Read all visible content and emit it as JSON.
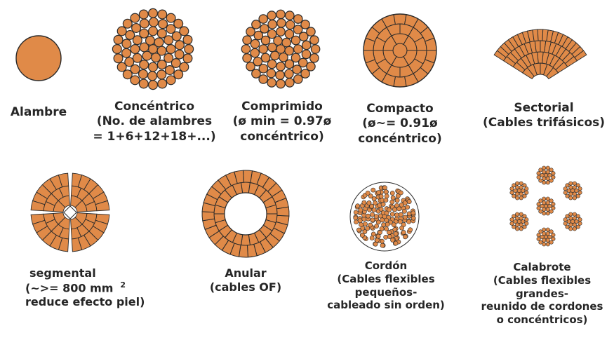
{
  "colors": {
    "copper": "#e08a48",
    "outline": "#2a2a2a",
    "text": "#262626"
  },
  "items": [
    {
      "id": "alambre",
      "lines": [
        "Alambre"
      ]
    },
    {
      "id": "concentrico",
      "lines": [
        "Concéntrico",
        "(No. de alambres",
        "= 1+6+12+18+...)"
      ]
    },
    {
      "id": "comprimido",
      "lines": [
        "Comprimido",
        "(ø min = 0.97ø",
        "concéntrico)"
      ]
    },
    {
      "id": "compacto",
      "lines": [
        "Compacto",
        "(ø~= 0.91ø",
        "concéntrico)"
      ]
    },
    {
      "id": "sectorial",
      "lines": [
        "Sectorial",
        "(Cables trifásicos)"
      ]
    },
    {
      "id": "segmental",
      "lines": [
        "segmental",
        "(~>= 800 mm",
        "reduce efecto piel)"
      ],
      "superscript": "2"
    },
    {
      "id": "anular",
      "lines": [
        "Anular",
        "(cables OF)"
      ]
    },
    {
      "id": "cordon",
      "lines": [
        "Cordón",
        "(Cables flexibles",
        "pequeños-",
        "cableado sin orden)"
      ]
    },
    {
      "id": "calabrote",
      "lines": [
        "Calabrote",
        "(Cables flexibles",
        "grandes-",
        "reunido de cordones",
        "o concéntricos)"
      ]
    }
  ]
}
